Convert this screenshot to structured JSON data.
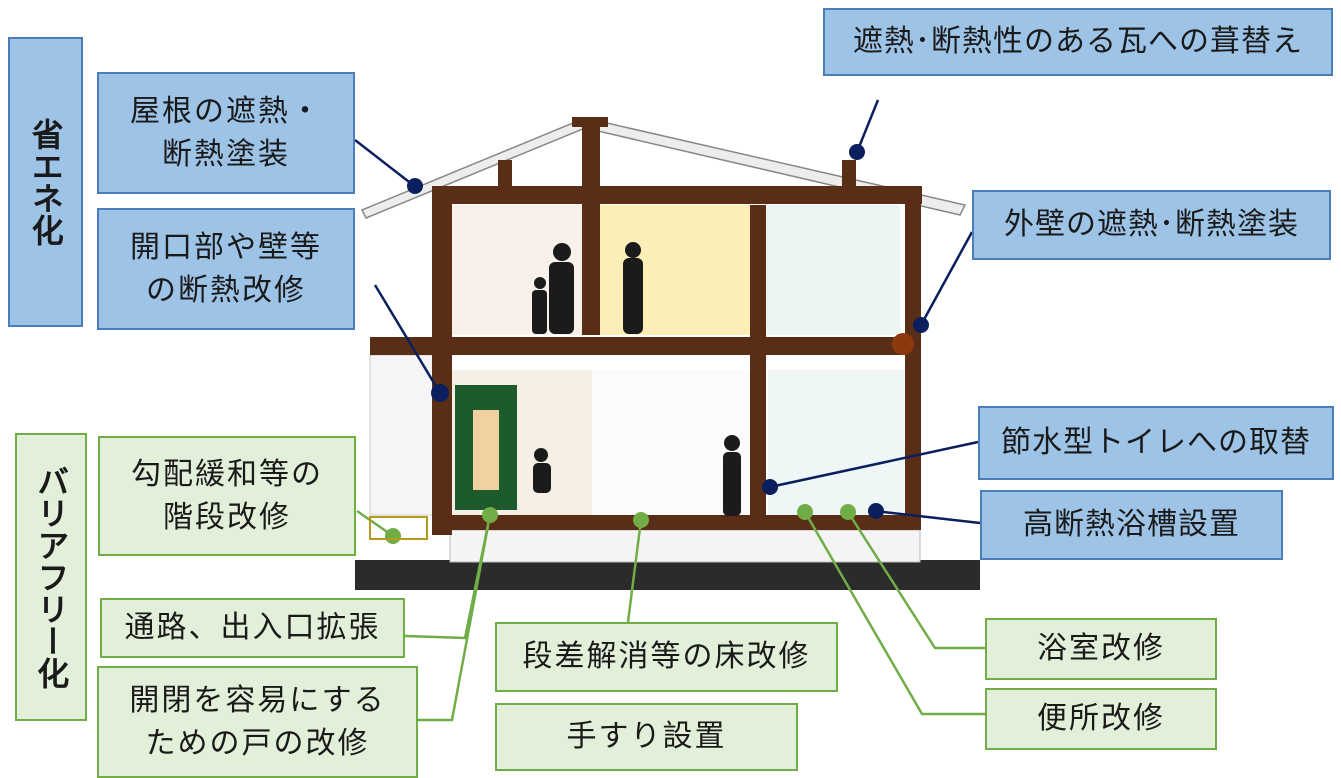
{
  "categories": {
    "energy": "省エネ化",
    "barrier_free": "バリアフリー化"
  },
  "energy_labels": {
    "roof_coating": "屋根の遮熱・\n断熱塗装",
    "roof_tile": "遮熱･断熱性のある瓦への葺替え",
    "openings": "開口部や壁等\nの断熱改修",
    "wall_coating": "外壁の遮熱･断熱塗装",
    "toilet": "節水型トイレへの取替",
    "bathtub": "高断熱浴槽設置"
  },
  "barrier_labels": {
    "stairs": "勾配緩和等の\n階段改修",
    "passage": "通路、出入口拡張",
    "door": "開閉を容易にする\nための戸の改修",
    "floor": "段差解消等の床改修",
    "handrail": "手すり設置",
    "bathroom": "浴室改修",
    "lavatory": "便所改修"
  },
  "colors": {
    "energy_fill": "#9dc3e6",
    "energy_border": "#4a7ebb",
    "energy_marker": "#0b1f5e",
    "barrier_fill": "#e2efd9",
    "barrier_border": "#70ad47",
    "barrier_marker": "#70ad47",
    "timber": "#5a2e16"
  }
}
